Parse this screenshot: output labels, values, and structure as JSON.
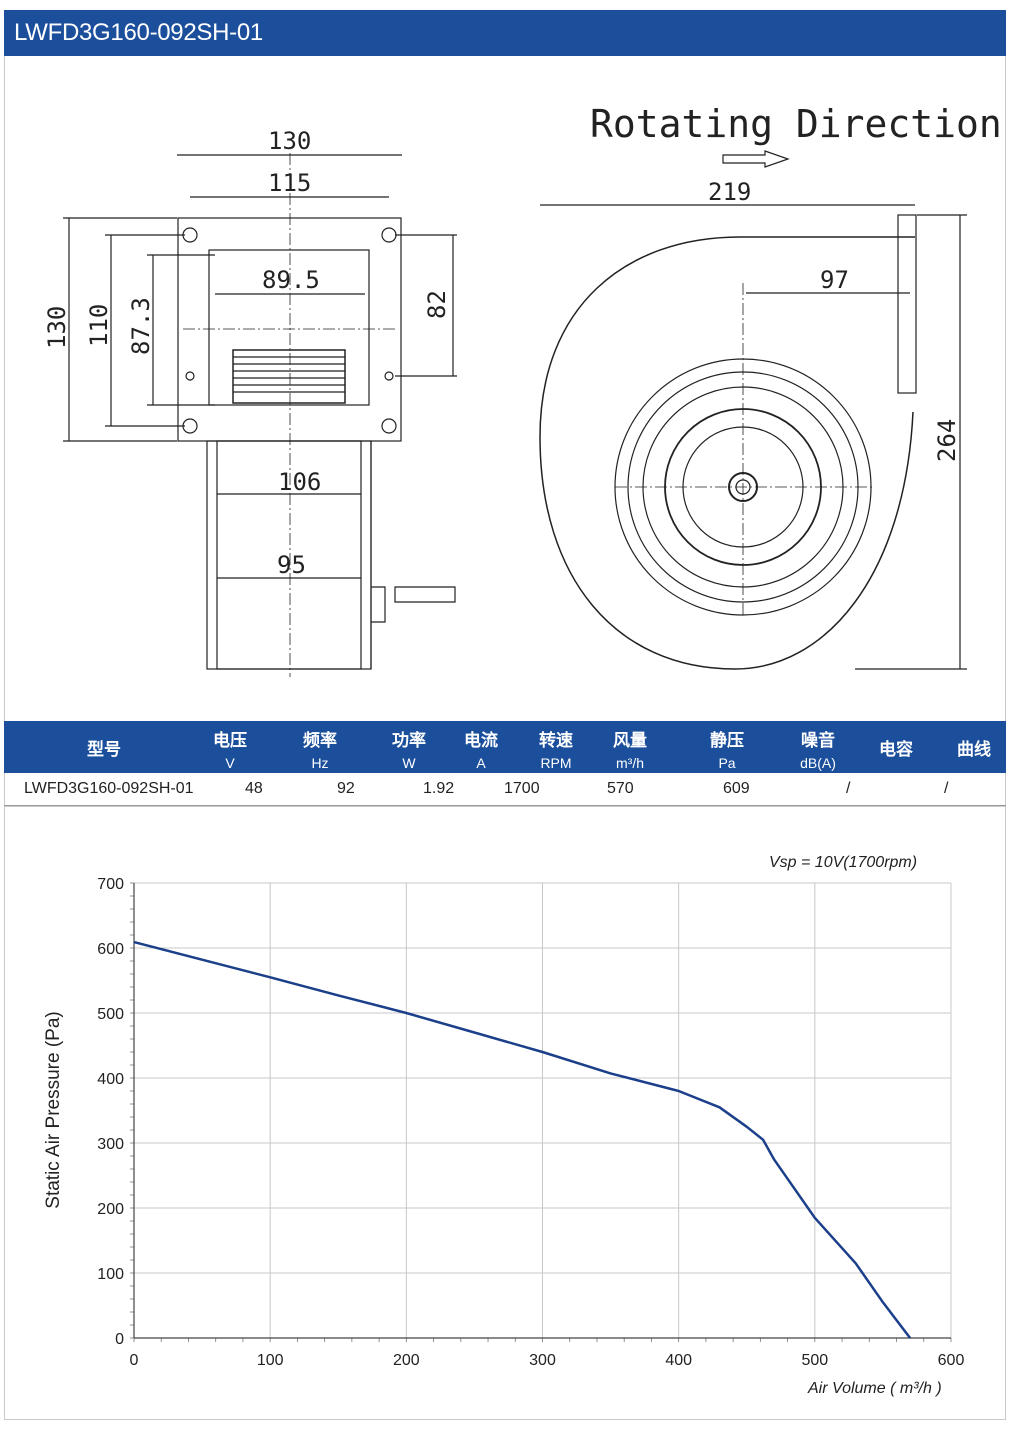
{
  "header": {
    "title": "LWFD3G160-092SH-01"
  },
  "drawing": {
    "rotating_direction": "Rotating Direction",
    "dims": {
      "w130_top": "130",
      "w115": "115",
      "w89_5": "89.5",
      "h82": "82",
      "h130_left": "130",
      "h110": "110",
      "h87_3": "87.3",
      "w106": "106",
      "w95": "95",
      "w219": "219",
      "w97": "97",
      "h264": "264"
    }
  },
  "spec_table": {
    "headers": [
      {
        "label": "型号",
        "unit": ""
      },
      {
        "label": "电压",
        "unit": "V"
      },
      {
        "label": "频率",
        "unit": "Hz"
      },
      {
        "label": "功率",
        "unit": "W"
      },
      {
        "label": "电流",
        "unit": "A"
      },
      {
        "label": "转速",
        "unit": "RPM"
      },
      {
        "label": "风量",
        "unit": "m³/h"
      },
      {
        "label": "静压",
        "unit": "Pa"
      },
      {
        "label": "噪音",
        "unit": "dB(A)"
      },
      {
        "label": "电容",
        "unit": ""
      },
      {
        "label": "曲线",
        "unit": ""
      }
    ],
    "row": {
      "model": "LWFD3G160-092SH-01",
      "voltage": "48",
      "freq": "92",
      "current": "1.92",
      "rpm": "1700",
      "airflow": "570",
      "pressure": "609",
      "noise": "/",
      "capacitor": "/"
    }
  },
  "chart_data": {
    "type": "line",
    "annotation": "Vsp = 10V(1700rpm)",
    "xlabel": "Air Volume ( m³/h )",
    "ylabel": "Static Air Pressure  (Pa)",
    "xlim": [
      0,
      600
    ],
    "ylim": [
      0,
      700
    ],
    "xticks": [
      "0",
      "100",
      "200",
      "300",
      "400",
      "500",
      "600"
    ],
    "yticks": [
      "0",
      "100",
      "200",
      "300",
      "400",
      "500",
      "600",
      "700"
    ],
    "grid": true,
    "line_color": "#1b3f8a",
    "series": [
      {
        "x": [
          0,
          50,
          100,
          150,
          200,
          250,
          300,
          350,
          400,
          430,
          450,
          462,
          470,
          480,
          500,
          530,
          550,
          570
        ],
        "y": [
          609,
          582,
          555,
          527,
          500,
          470,
          440,
          407,
          380,
          355,
          325,
          305,
          275,
          245,
          185,
          115,
          55,
          0
        ]
      }
    ]
  }
}
